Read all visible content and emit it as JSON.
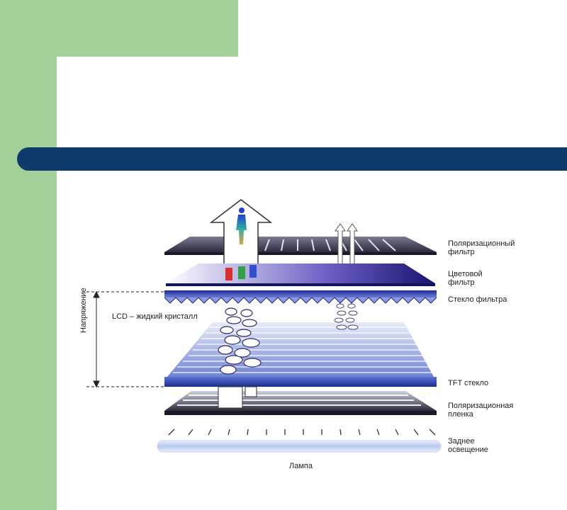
{
  "labels": {
    "polarizing_filter": "Поляризационный\nфильтр",
    "color_filter": "Цветовой\nфильтр",
    "filter_glass": "Стекло фильтра",
    "lcd": "LCD – жидкий кристалл",
    "voltage": "Напряжение",
    "tft_glass": "TFT стекло",
    "polarizing_film": "Поляризационная\nпленка",
    "backlight": "Заднее\nосвещение",
    "lamp": "Лампа"
  },
  "colors": {
    "sidebar": "#a3cf99",
    "title_bar": "#0d3a6b",
    "panel_blue": "#1e2a8c",
    "panel_light": "#cfd6f2"
  }
}
